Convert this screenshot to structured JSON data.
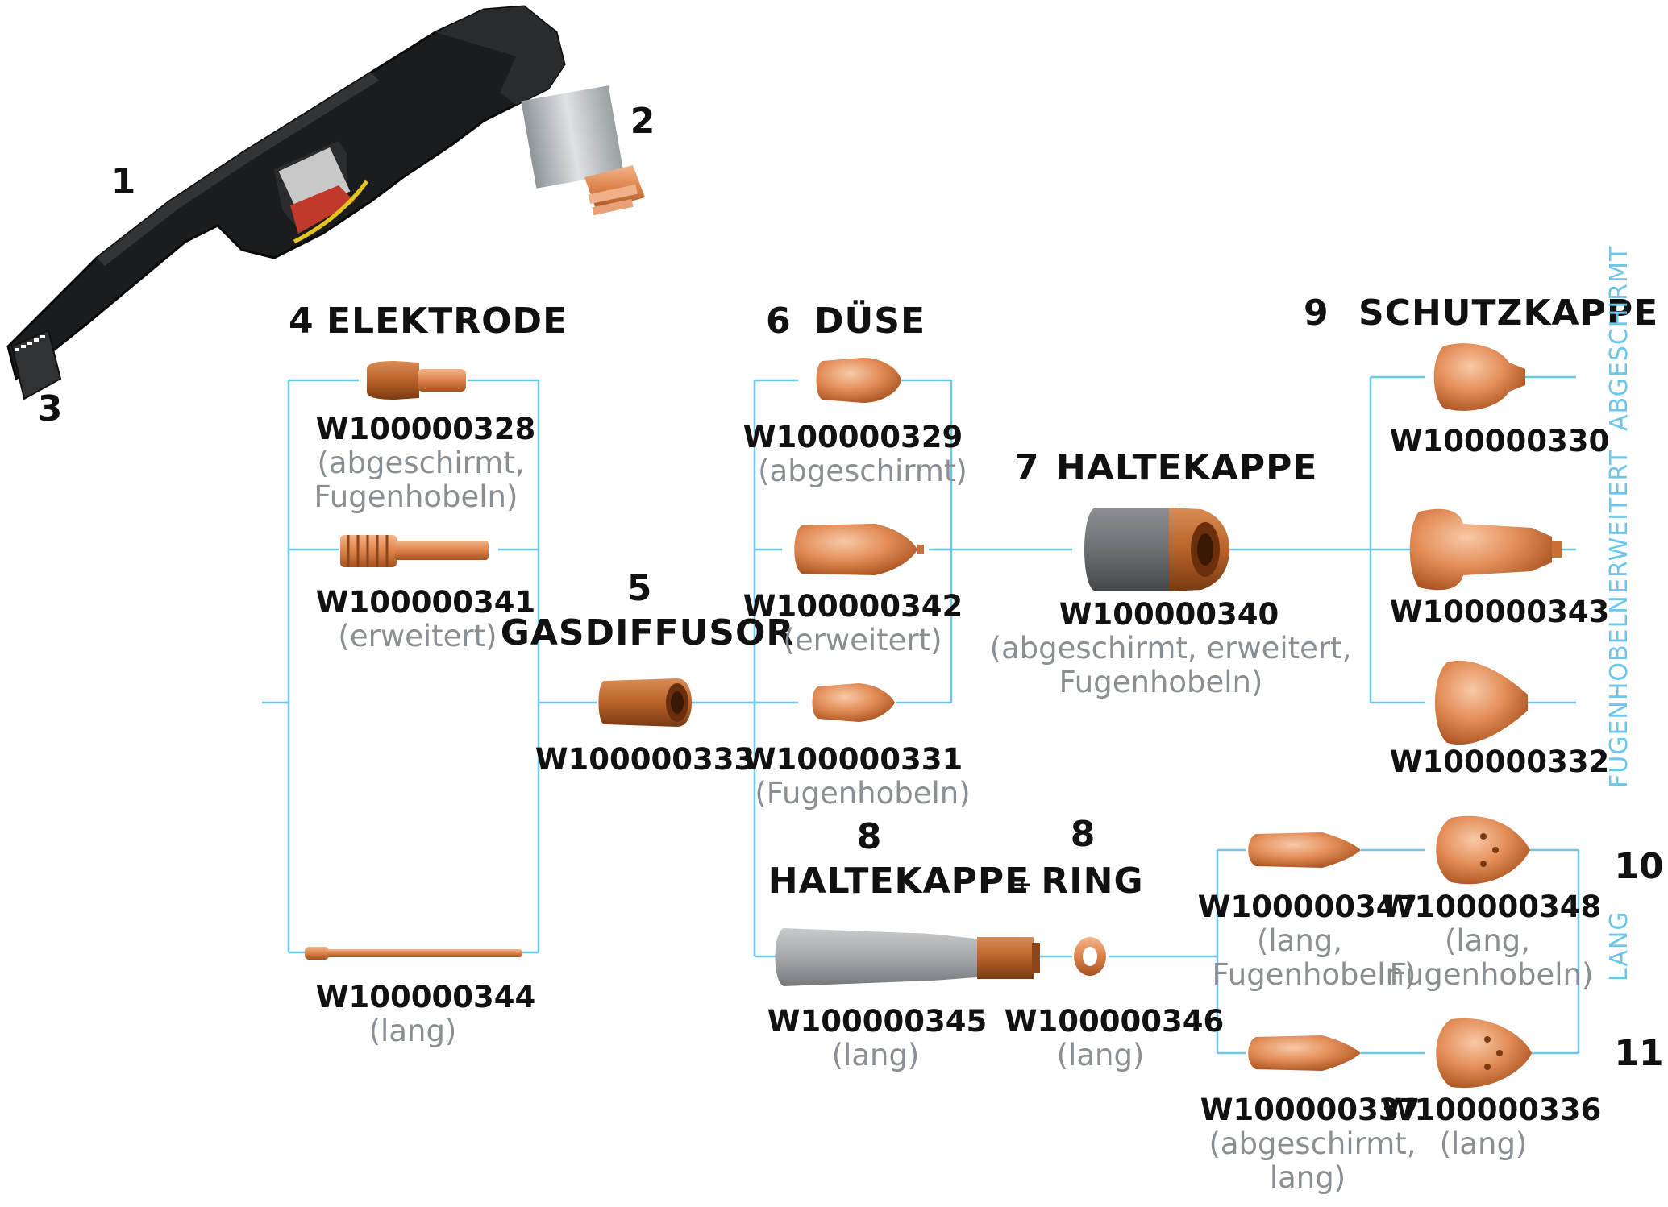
{
  "torch": {
    "callouts": [
      "1",
      "2",
      "3"
    ]
  },
  "groups": {
    "electrode": {
      "number": "4",
      "title": "ELEKTRODE"
    },
    "diffuser": {
      "number": "5",
      "title": "GASDIFFUSOR"
    },
    "nozzle": {
      "number": "6",
      "title": "DÜSE"
    },
    "retaining_cap": {
      "number": "7",
      "title": "HALTEKAPPE"
    },
    "long_cap": {
      "number": "8",
      "title": "HALTEKAPPE"
    },
    "ring": {
      "number": "8",
      "title": "RING"
    },
    "plus_sign": "+",
    "shield_cap": {
      "number": "9",
      "title": "SCHUTZKAPPE"
    },
    "row10": "10",
    "row11": "11"
  },
  "parts": {
    "p328": {
      "pn": "W100000328",
      "note1": "(abgeschirmt,",
      "note2": "Fugenhobeln)"
    },
    "p341": {
      "pn": "W100000341",
      "note1": "(erweitert)"
    },
    "p344": {
      "pn": "W100000344",
      "note1": "(lang)"
    },
    "p333": {
      "pn": "W100000333"
    },
    "p329": {
      "pn": "W100000329",
      "note1": "(abgeschirmt)"
    },
    "p342": {
      "pn": "W100000342",
      "note1": "(erweitert)"
    },
    "p331": {
      "pn": "W100000331",
      "note1": "(Fugenhobeln)"
    },
    "p340": {
      "pn": "W100000340",
      "note1": "(abgeschirmt, erweitert,",
      "note2": "Fugenhobeln)"
    },
    "p330": {
      "pn": "W100000330"
    },
    "p343": {
      "pn": "W100000343"
    },
    "p332": {
      "pn": "W100000332"
    },
    "p345": {
      "pn": "W100000345",
      "note1": "(lang)"
    },
    "p346": {
      "pn": "W100000346",
      "note1": "(lang)"
    },
    "p347": {
      "pn": "W100000347",
      "note1": "(lang,",
      "note2": "Fugenhobeln)"
    },
    "p348": {
      "pn": "W100000348",
      "note1": "(lang,",
      "note2": "Fugenhobeln)"
    },
    "p337": {
      "pn": "W100000337",
      "note1": "(abgeschirmt,",
      "note2": "lang)"
    },
    "p336": {
      "pn": "W100000336",
      "note1": "(lang)"
    }
  },
  "side_labels": {
    "shielded": "ABGESCHIRMT",
    "extended": "ERWEITERT",
    "gouging": "FUGENHOBELN",
    "long": "LANG"
  },
  "colors": {
    "line": "#6cc7ea",
    "copper": "#d9773f",
    "note": "#8a8f93"
  }
}
